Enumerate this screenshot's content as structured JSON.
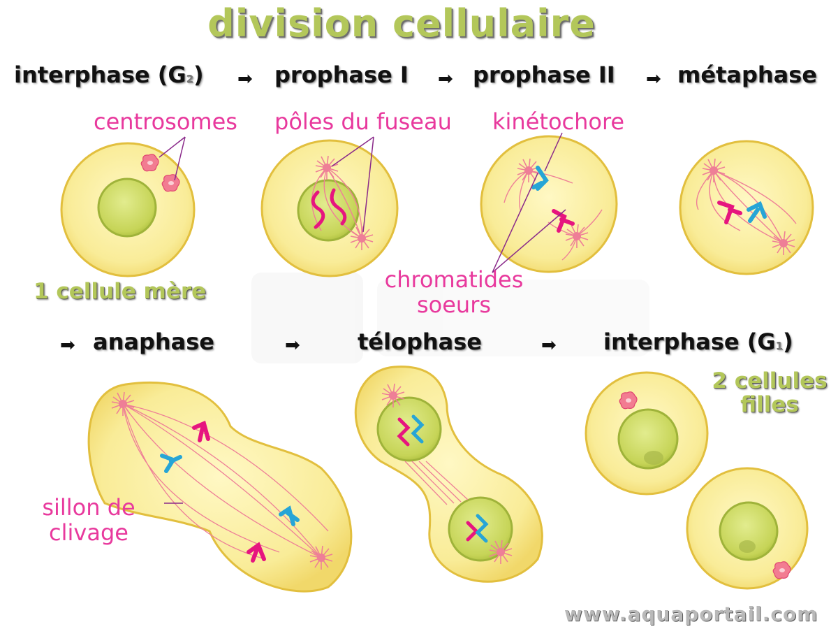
{
  "title": "division cellulaire",
  "phases": {
    "interphase_g2": "interphase (G",
    "interphase_g2_sub": "2",
    "interphase_g2_end": ")",
    "prophase_1": "prophase I",
    "prophase_2": "prophase II",
    "metaphase": "métaphase",
    "anaphase": "anaphase",
    "telophase": "télophase",
    "interphase_g1": "interphase (G",
    "interphase_g1_sub": "1",
    "interphase_g1_end": ")"
  },
  "arrow_glyph": "➡",
  "labels": {
    "centrosomes": "centrosomes",
    "poles": "pôles du fuseau",
    "kinetochore": "kinétochore",
    "chromatides_1": "chromatides",
    "chromatides_2": "soeurs",
    "sillon_1": "sillon de",
    "sillon_2": "clivage",
    "mother": "1 cellule mère",
    "daughters_1": "2 cellules",
    "daughters_2": "filles"
  },
  "website": "www.aquaportail.com",
  "colors": {
    "title_green": "#b3c75a",
    "label_pink": "#e8399d",
    "cytoplasm": "#f8eea3",
    "cell_outline": "#e2bf3e",
    "nucleus": "#c8d65a",
    "fiber": "#ee7f97",
    "chromosome_pink": "#e6157f",
    "chromosome_blue": "#27a5d6",
    "pointer": "#8a2a8a"
  }
}
